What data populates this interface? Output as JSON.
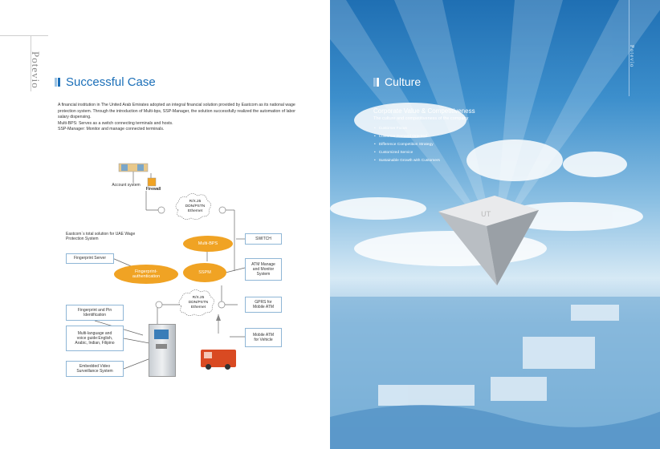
{
  "left_page": {
    "brand_vertical": "Potevio",
    "section_title": "Successful Case",
    "paragraphs": [
      "A financial institution in The United Arab Emirates adopted an integral financial solution provided by Eastcom as its national wage protection system.  Through the introduction of Multi-bps, SSP-Manager, the solution successfully realized the automation of labor salary dispensing.",
      "Multi-BPS: Serves as a switch connecting terminals and hosts.",
      "SSP-Manager: Monitor and manage connected terminals."
    ],
    "diagram": {
      "account_system": "Account system",
      "firewall": "Firewall",
      "network_top": "R/X.25\nDDN/PSTN\nEthernet",
      "network_bottom": "R/X.25\nDDN/PSTN\nEthernet",
      "solution_label": "Eastcom`s total solution for UAE Wage Protection System",
      "multi_bps": "Multi-BPS",
      "switch": "SWITCH",
      "fingerprint_server": "Fingerprint Server",
      "fingerprint_auth": "Fingerprint-\nauthentication",
      "sspm": "SSPM",
      "atm_manage": "ATM Manage\nand Monitor\nSystem",
      "gprs": "GPRS for\nMobile ATM",
      "fingerprint_pin": "Fingerprint and Pin\nIdentification",
      "multi_language": "Multi-language and\nvoice guide:English,\nArabic, Indian, Filipino",
      "video": "Embedded Video\nSurveillance System",
      "mobile_atm": "Mobile ATM\nfor Vehicle"
    }
  },
  "right_page": {
    "section_title": "Culture",
    "brand_vertical": "Potevio",
    "cv_title": "Corporate Value & Competitiveness",
    "cv_subtitle": "The culture and competitiveness of the company",
    "cv_items": [
      "Customer Focus",
      "Customer Demand Oriented",
      "Difference Competition Strategy",
      "Customized Service",
      "Sustainable Growth with Customers"
    ]
  },
  "colors": {
    "accent_blue": "#1b6fb8",
    "orange": "#f0a324",
    "sky_top": "#1f6fb3"
  }
}
